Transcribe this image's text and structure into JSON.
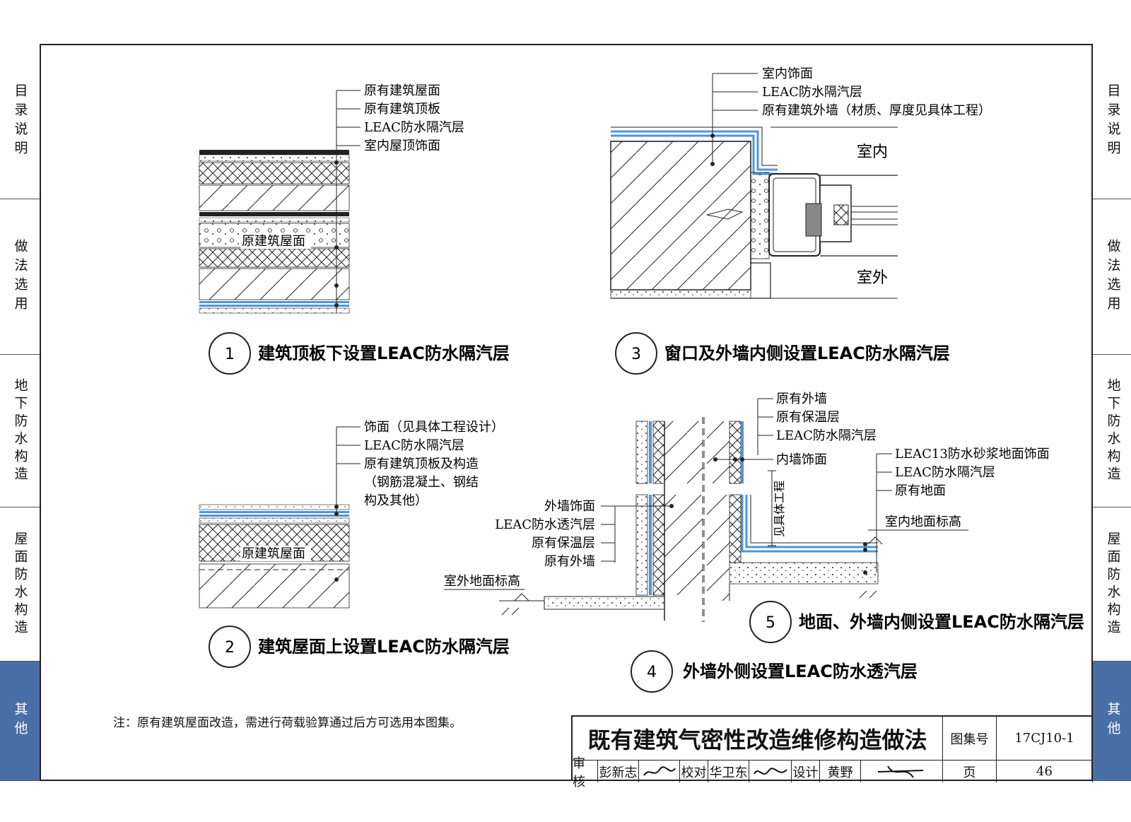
{
  "side_tabs": [
    "目录说明",
    "做法选用",
    "地下防水构造",
    "屋面防水构造",
    "其他"
  ],
  "active_tab": "其他",
  "accent_color": "#4a6fa8",
  "waterproof_layer_color": "#4f95d6",
  "details": {
    "d1": {
      "number": "1",
      "caption": "建筑顶板下设置LEAC防水隔汽层",
      "labels": [
        "原有建筑屋面",
        "原有建筑顶板",
        "LEAC防水隔汽层",
        "室内屋顶饰面"
      ],
      "inner_text": "原建筑屋面"
    },
    "d2": {
      "number": "2",
      "caption": "建筑屋面上设置LEAC防水隔汽层",
      "labels": [
        "饰面（见具体工程设计）",
        "LEAC防水隔汽层",
        "原有建筑顶板及构造",
        "（钢筋混凝土、钢结",
        "构及其他）"
      ],
      "inner_text": "原建筑屋面"
    },
    "d3": {
      "number": "3",
      "caption": "窗口及外墙内侧设置LEAC防水隔汽层",
      "labels": [
        "室内饰面",
        "LEAC防水隔汽层",
        "原有建筑外墙（材质、厚度见具体工程）"
      ],
      "indoor": "室内",
      "outdoor": "室外"
    },
    "d4": {
      "number": "4",
      "caption": "外墙外侧设置LEAC防水透汽层",
      "labels": [
        "外墙饰面",
        "LEAC防水透汽层",
        "原有保温层",
        "原有外墙"
      ],
      "ground_label": "室外地面标高"
    },
    "d5": {
      "number": "5",
      "caption": "地面、外墙内侧设置LEAC防水隔汽层",
      "wall_labels": [
        "原有外墙",
        "原有保温层",
        "LEAC防水隔汽层",
        "内墙饰面"
      ],
      "floor_labels": [
        "LEAC13防水砂浆地面饰面",
        "LEAC防水隔汽层",
        "原有地面"
      ],
      "floor_level": "室内地面标高",
      "dim_text": "见具体工程"
    }
  },
  "note": "注：原有建筑屋面改造，需进行荷载验算通过后方可选用本图集。",
  "title_block": {
    "title": "既有建筑气密性改造维修构造做法",
    "atlas_label": "图集号",
    "atlas_no": "17CJ10-1",
    "page_label": "页",
    "page_no": "46",
    "review_label": "审核",
    "reviewer": "彭新志",
    "check_label": "校对",
    "checker": "华卫东",
    "design_label": "设计",
    "designer": "黄野"
  }
}
